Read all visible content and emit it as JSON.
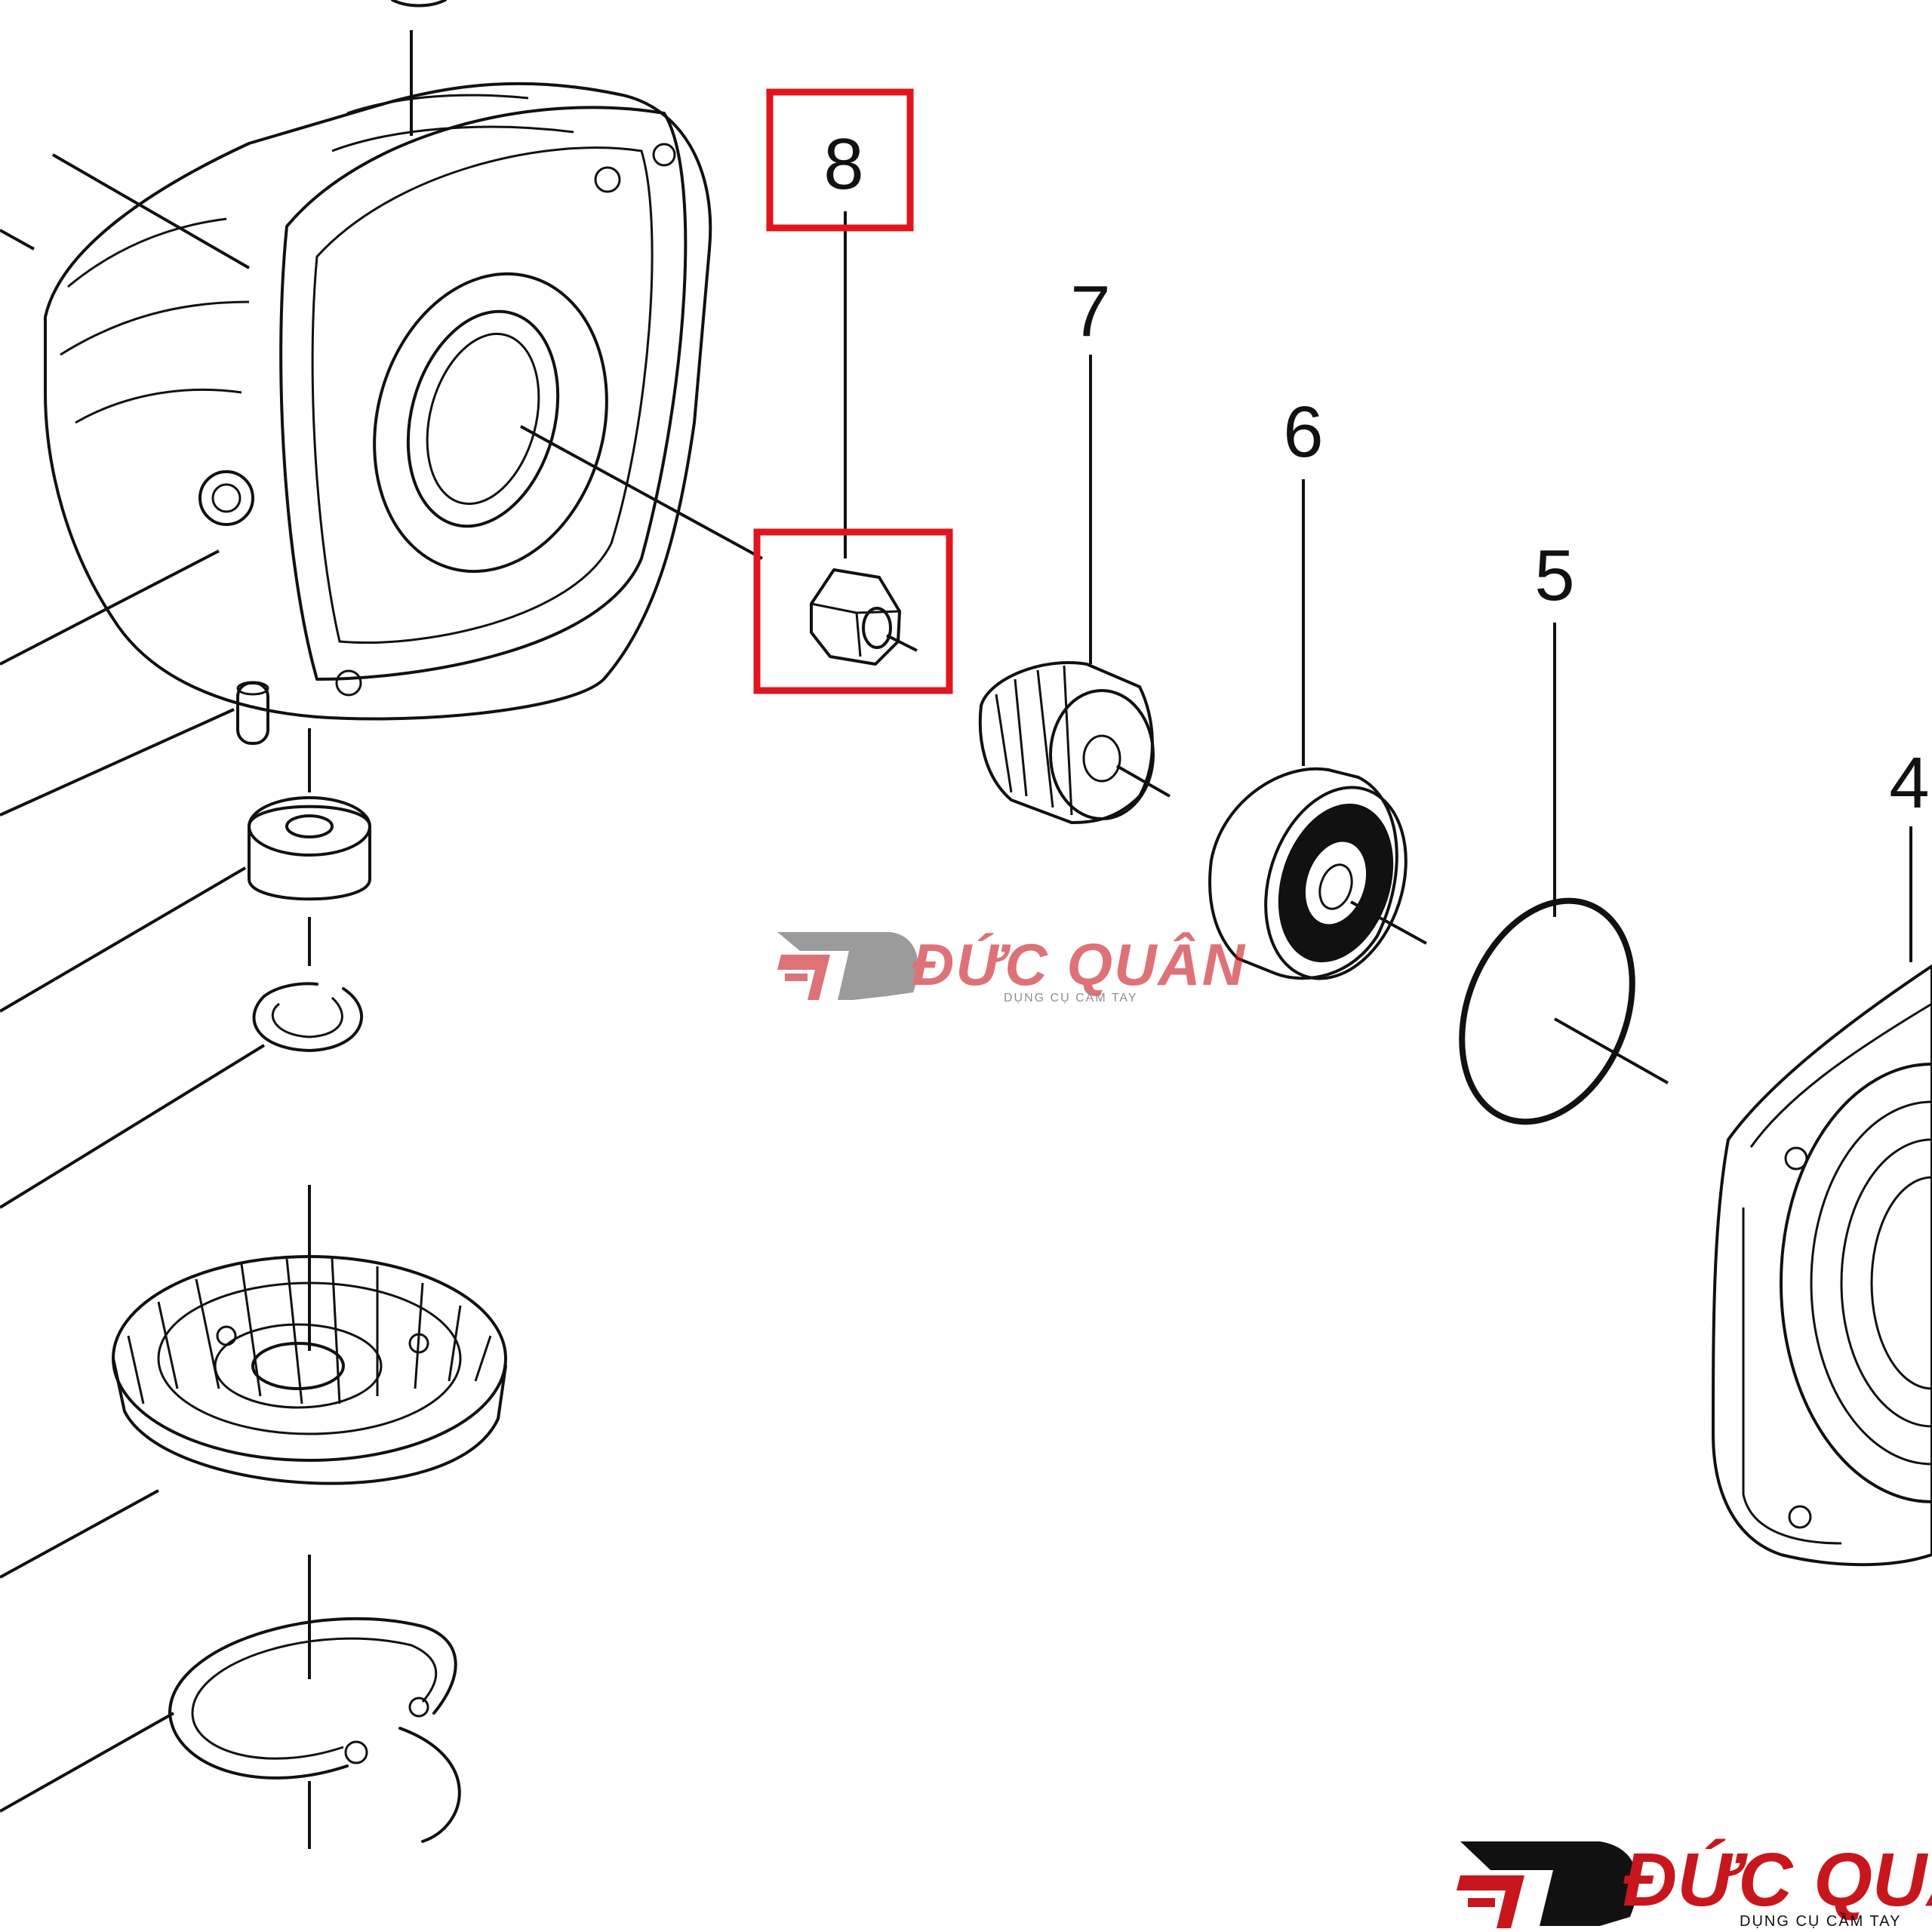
{
  "callouts": {
    "c8": "8",
    "c7": "7",
    "c6": "6",
    "c5": "5",
    "c4": "4"
  },
  "watermark": {
    "brand": "ĐỨC QUÂN",
    "tagline": "DỤNG CỤ CẦM TAY"
  },
  "colors": {
    "highlight": "#e0161f",
    "watermark_red": "#c8161d",
    "line": "#111111"
  }
}
